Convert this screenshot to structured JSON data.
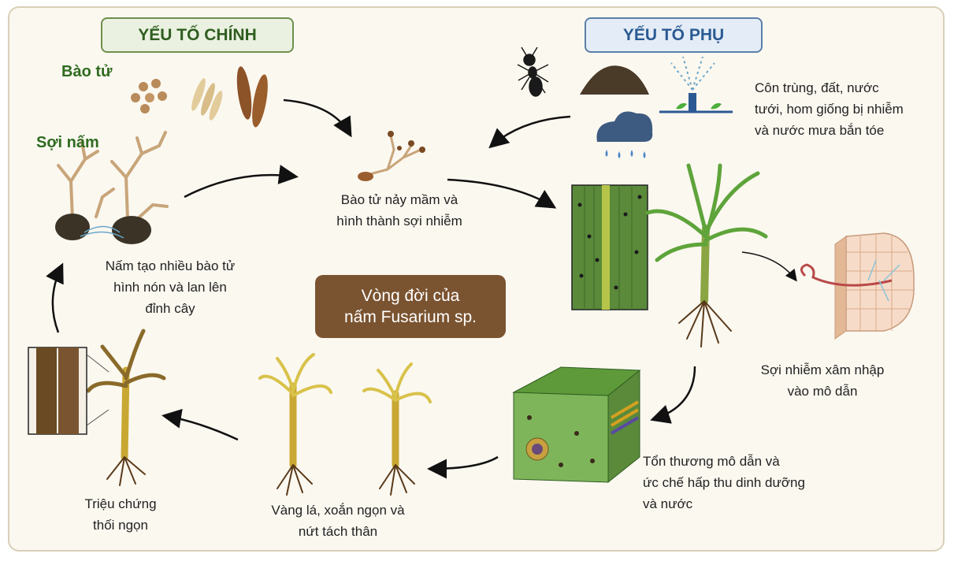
{
  "header_main": {
    "label": "YẾU TỐ CHÍNH"
  },
  "header_sub": {
    "label": "YẾU TỐ PHỤ"
  },
  "center": {
    "line1": "Vòng đời của",
    "line2": "nấm Fusarium sp."
  },
  "labels": {
    "spores": "Bào tử",
    "mycelium": "Sợi nấm"
  },
  "steps": {
    "germination": {
      "line1": "Bào tử nảy mầm và",
      "line2": "hình thành sợi nhiễm"
    },
    "secondary_factors": {
      "line1": "Côn trùng, đất, nước",
      "line2": "tưới, hom giống bị nhiễm",
      "line3": "và nước mưa bắn tóe"
    },
    "invasion": {
      "line1": "Sợi nhiễm xâm nhập",
      "line2": "vào mô dẫn"
    },
    "damage": {
      "line1": "Tổn thương mô dẫn và",
      "line2": "ức chế hấp thu dinh dưỡng",
      "line3": "và nước"
    },
    "yellowing": {
      "line1": "Vàng lá, xoắn ngọn và",
      "line2": "nứt tách thân"
    },
    "symptom": {
      "line1": "Triệu chứng",
      "line2": "thối ngọn"
    },
    "spore_spread": {
      "line1": "Nấm tạo nhiều bào tử",
      "line2": "hình nón và lan lên",
      "line3": "đỉnh cây"
    }
  },
  "colors": {
    "main_green": "#2f5e1f",
    "sub_blue": "#2b5a93",
    "center_brown": "#7a5330",
    "frame": "#d8cfb8",
    "background": "#fbf8f0"
  },
  "icons": [
    "spore-icon",
    "mycelium-icon",
    "germinating-spore-icon",
    "ant-icon",
    "soil-icon",
    "sprinkler-icon",
    "rain-cloud-icon",
    "infected-leaf-icon",
    "sugarcane-plant-icon",
    "vascular-tissue-icon",
    "hypha-icon",
    "tissue-damage-icon",
    "yellow-plant-icon",
    "rotten-top-plant-icon",
    "rotten-stem-icon"
  ]
}
